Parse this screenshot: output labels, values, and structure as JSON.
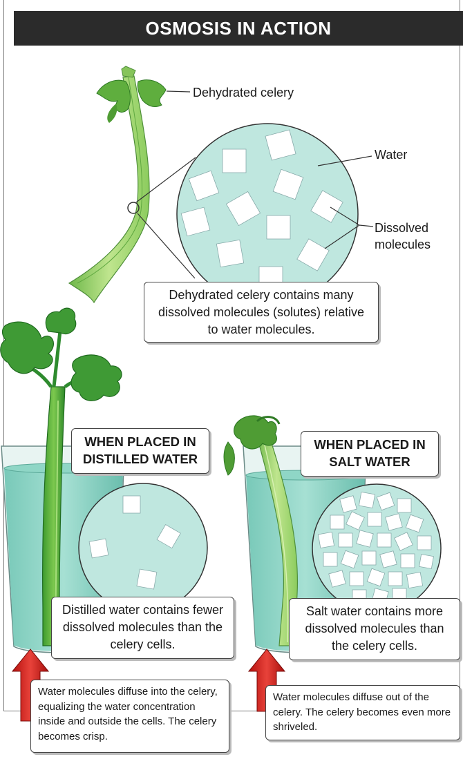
{
  "title": "OSMOSIS IN ACTION",
  "labels": {
    "dehydrated_celery": "Dehydrated celery",
    "water": "Water",
    "dissolved_molecules": "Dissolved molecules"
  },
  "captions": {
    "top": "Dehydrated celery contains many dissolved molecules (solutes) relative to water molecules.",
    "distilled_heading": "WHEN PLACED IN DISTILLED WATER",
    "salt_heading": "WHEN PLACED IN SALT WATER",
    "distilled": "Distilled water contains fewer dissolved molecules than the celery cells.",
    "salt": "Salt water contains more dissolved molecules than the celery cells.",
    "distilled_result": "Water molecules diffuse into the celery, equalizing the water concentration inside and outside the cells. The celery becomes crisp.",
    "salt_result": "Water molecules diffuse out of the celery. The celery becomes even more shriveled."
  },
  "colors": {
    "water_fill": "#bfe7df",
    "glass_water": "#7fcfbf",
    "celery_dark": "#2e8b2e",
    "celery_light": "#9bd36a",
    "arrow_red": "#d2221e"
  }
}
